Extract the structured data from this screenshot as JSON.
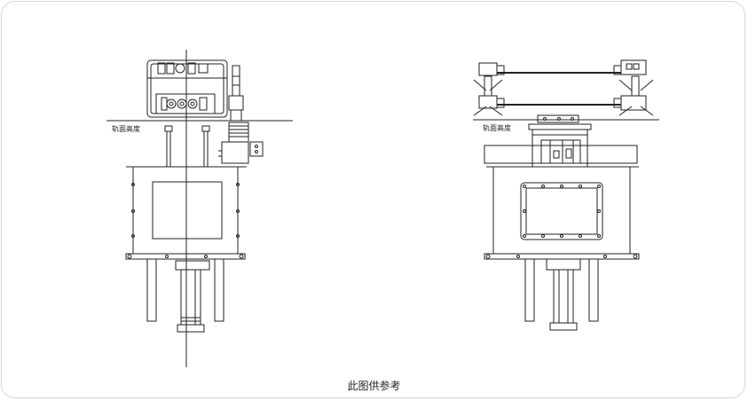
{
  "left_view": {
    "ground_label": "轨面高度"
  },
  "right_view": {
    "ground_label": "轨面高度"
  },
  "caption": "此图供参考",
  "colors": {
    "line": "#222222",
    "frame_border": "#d6d6d6"
  }
}
